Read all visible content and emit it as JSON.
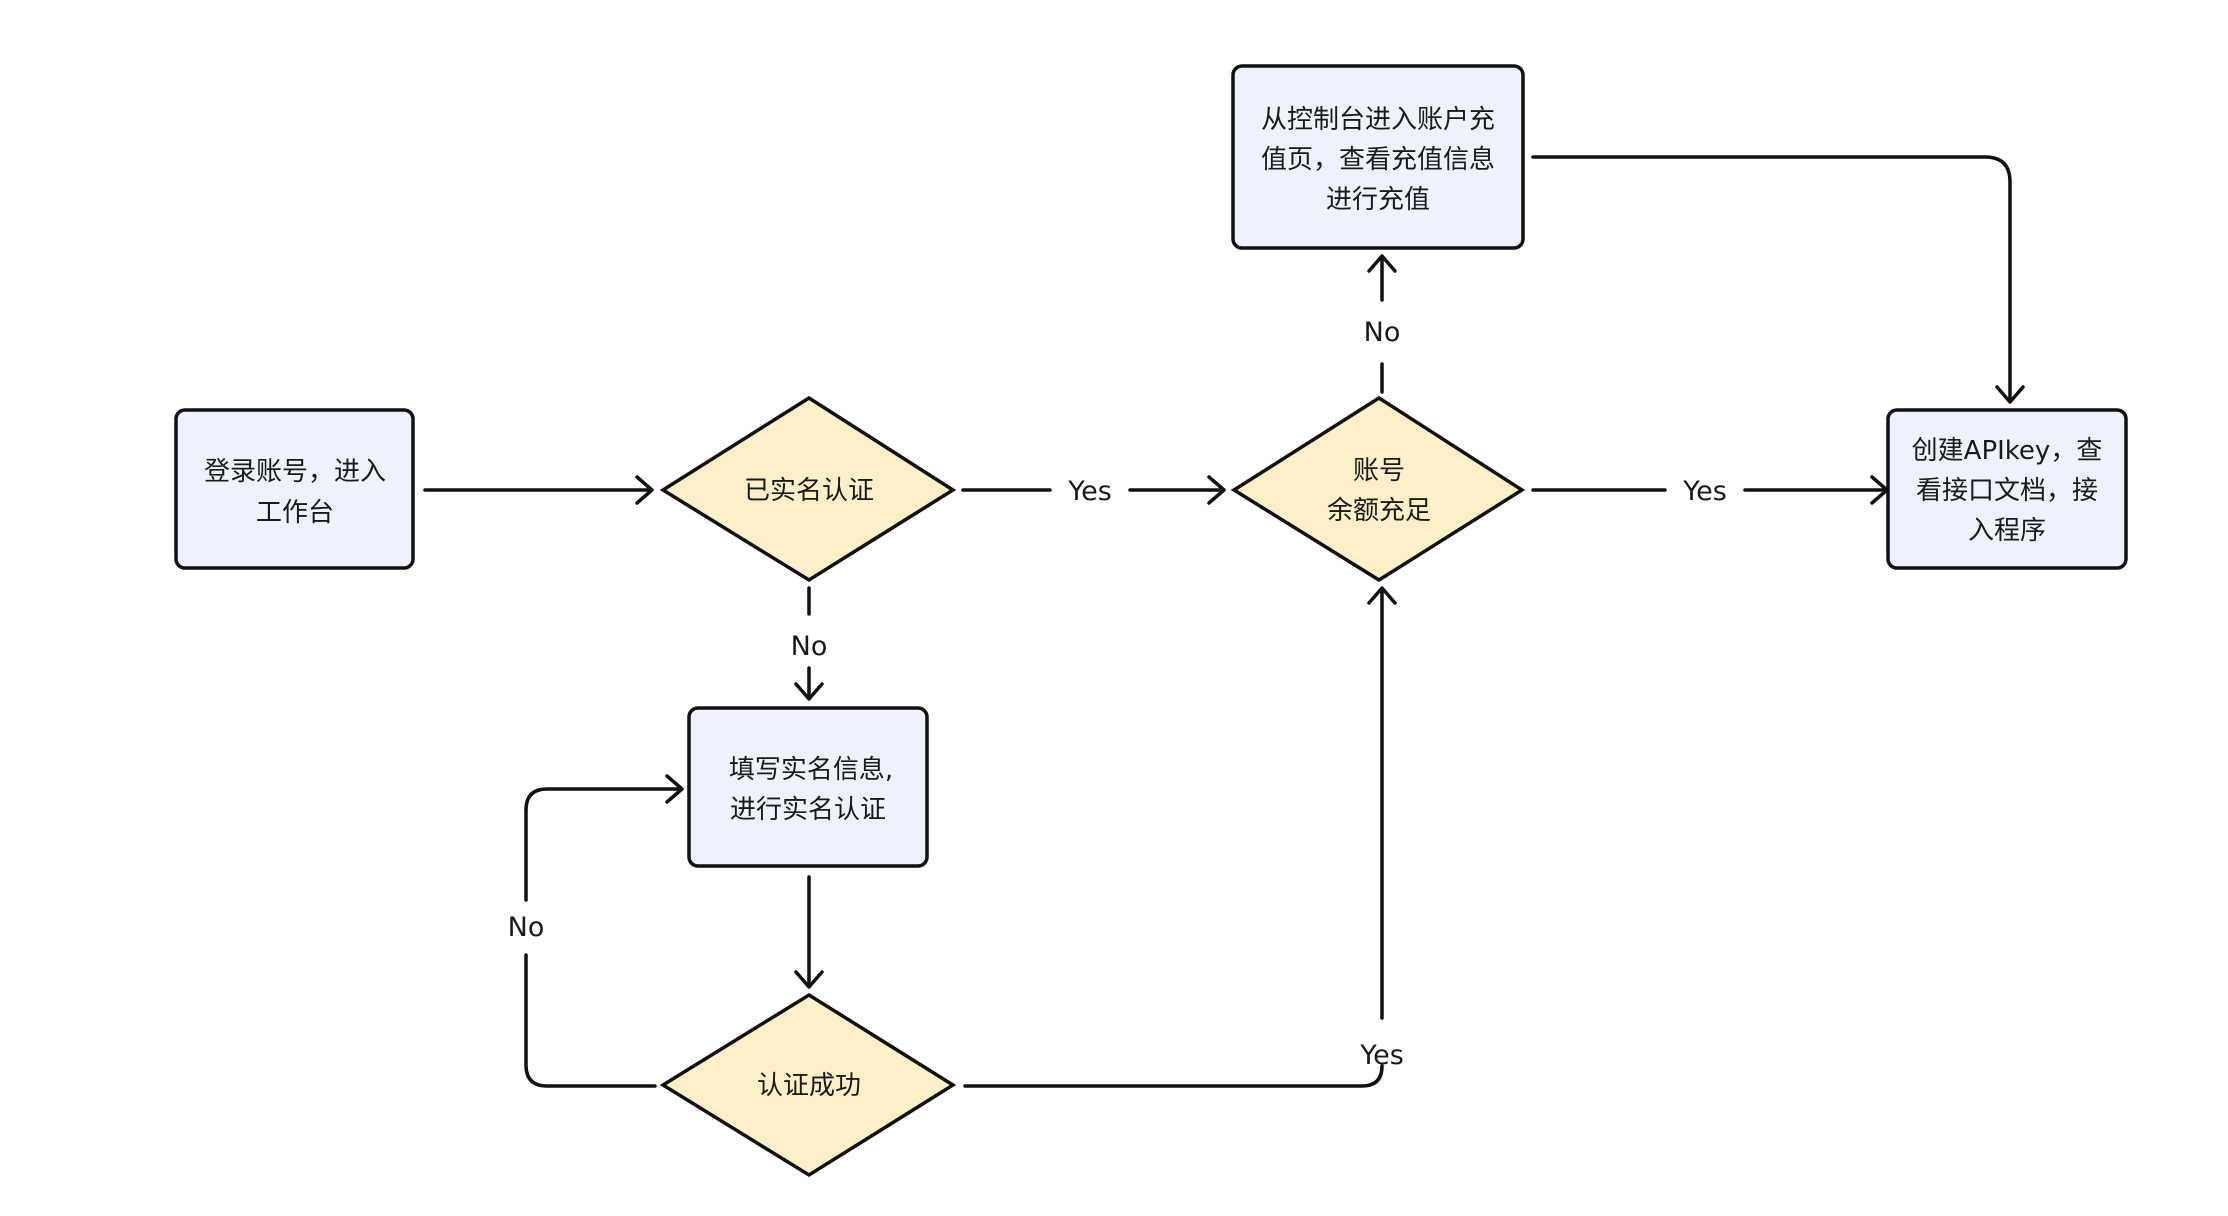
{
  "diagram": {
    "nodes": {
      "login": {
        "lines": [
          "登录账号，进入",
          "工作台"
        ]
      },
      "verified_check": {
        "lines": [
          "已实名认证"
        ]
      },
      "fill_info": {
        "lines": [
          "填写实名信息,",
          "进行实名认证"
        ]
      },
      "verify_success": {
        "lines": [
          "认证成功"
        ]
      },
      "balance_check": {
        "lines": [
          "账号",
          "余额充足"
        ]
      },
      "recharge": {
        "lines": [
          "从控制台进入账户充",
          "值页，查看充值信息",
          "进行充值"
        ]
      },
      "create_api": {
        "lines": [
          "创建APIkey，查",
          "看接口文档，接",
          "入程序"
        ]
      }
    },
    "edge_labels": {
      "verified_yes": "Yes",
      "verified_no": "No",
      "success_no": "No",
      "success_yes": "Yes",
      "balance_no": "No",
      "balance_yes": "Yes"
    }
  },
  "colors": {
    "box_fill": "#eef2fc",
    "diamond_fill": "#fdefc8",
    "stroke": "#111111"
  }
}
